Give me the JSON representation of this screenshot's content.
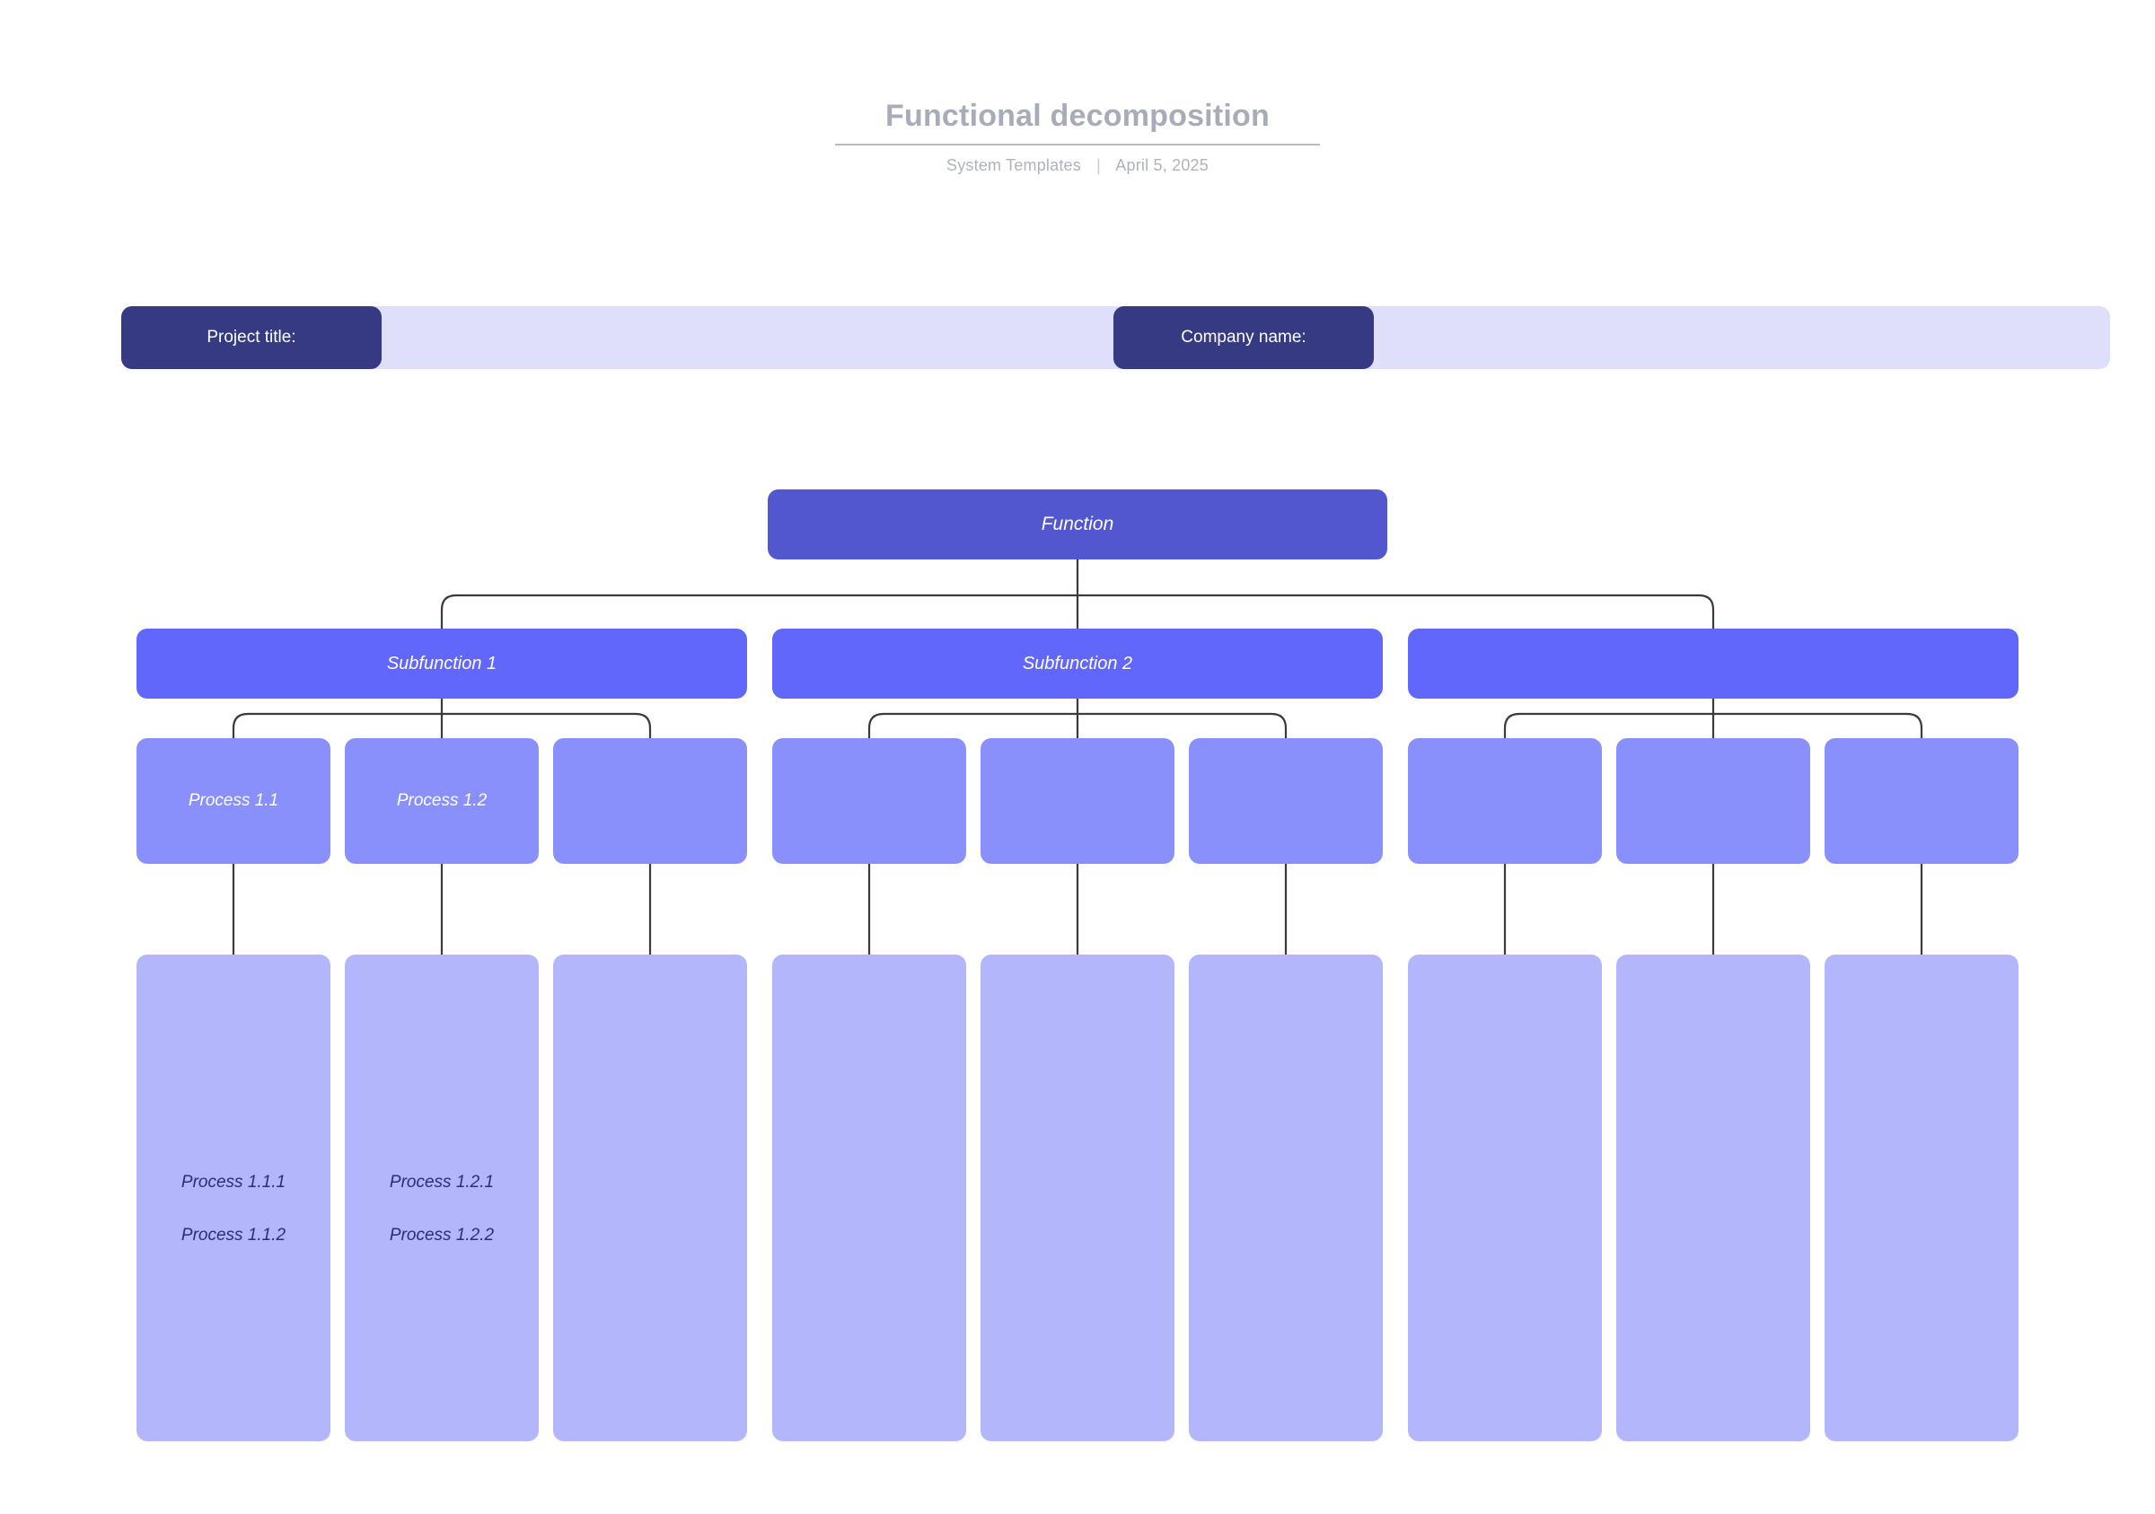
{
  "header": {
    "title": "Functional decomposition",
    "source": "System Templates",
    "separator": "|",
    "date": "April 5, 2025"
  },
  "fields": [
    {
      "name": "project-title",
      "label": "Project title:",
      "value": ""
    },
    {
      "name": "company-name",
      "label": "Company name:",
      "value": ""
    }
  ],
  "colors": {
    "function": "#5257cf",
    "subfunction": "#6167fb",
    "process": "#8a90fb",
    "subprocess": "#b3b6fb",
    "field_label": "#363a83",
    "field_input": "#dfdffb",
    "header_text": "#a8abb8",
    "connector": "#3a3a3a"
  },
  "chart_data": {
    "type": "tree",
    "title": "Functional decomposition",
    "levels": [
      "Function",
      "Subfunction",
      "Process",
      "Sub-process"
    ],
    "root": {
      "label": "Function"
    },
    "subfunctions": [
      {
        "label": "Subfunction 1"
      },
      {
        "label": "Subfunction 2"
      },
      {
        "label": ""
      }
    ],
    "processes": [
      {
        "label": "Process 1.1"
      },
      {
        "label": "Process 1.2"
      },
      {
        "label": ""
      },
      {
        "label": ""
      },
      {
        "label": ""
      },
      {
        "label": ""
      },
      {
        "label": ""
      },
      {
        "label": ""
      },
      {
        "label": ""
      }
    ],
    "subprocesses": [
      {
        "lines": [
          "Process 1.1.1",
          "Process 1.1.2"
        ]
      },
      {
        "lines": [
          "Process 1.2.1",
          "Process 1.2.2"
        ]
      },
      {
        "lines": [
          "",
          ""
        ]
      },
      {
        "lines": [
          "",
          ""
        ]
      },
      {
        "lines": [
          "",
          ""
        ]
      },
      {
        "lines": [
          "",
          ""
        ]
      },
      {
        "lines": [
          "",
          ""
        ]
      },
      {
        "lines": [
          "",
          ""
        ]
      },
      {
        "lines": [
          "",
          ""
        ]
      }
    ]
  }
}
